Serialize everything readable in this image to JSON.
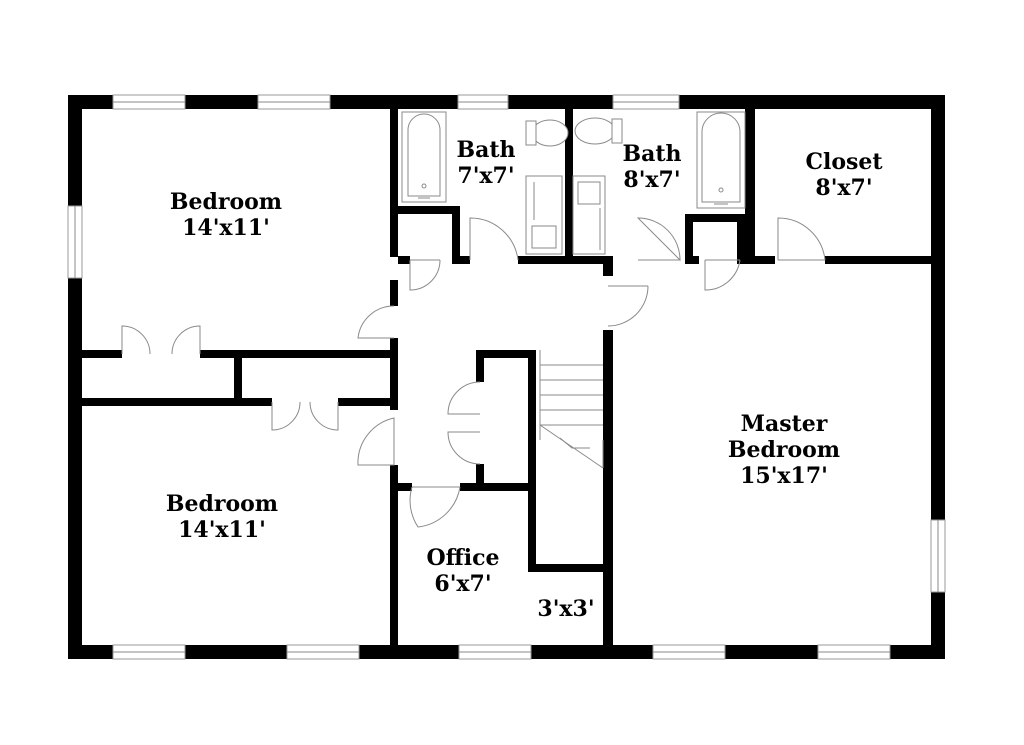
{
  "colors": {
    "wall": "#000000",
    "background": "#ffffff",
    "detail": "#8a8a8a"
  },
  "rooms": {
    "bedroom_nw": {
      "name": "Bedroom",
      "dim": "14'x11'"
    },
    "bedroom_sw": {
      "name": "Bedroom",
      "dim": "14'x11'"
    },
    "bath_1": {
      "name": "Bath",
      "dim": "7'x7'"
    },
    "bath_2": {
      "name": "Bath",
      "dim": "8'x7'"
    },
    "closet": {
      "name": "Closet",
      "dim": "8'x7'"
    },
    "master": {
      "name_line1": "Master",
      "name_line2": "Bedroom",
      "dim": "15'x17'"
    },
    "office": {
      "name": "Office",
      "dim": "6'x7'"
    },
    "small": {
      "dim": "3'x3'"
    }
  }
}
